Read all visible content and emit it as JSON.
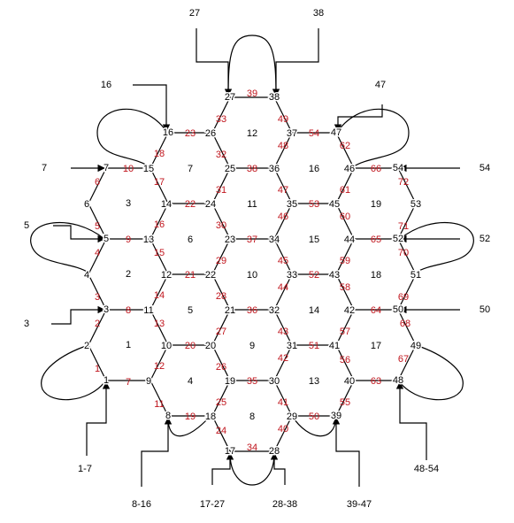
{
  "colors": {
    "line": "#000000",
    "edge_label": "#c0141c",
    "background": "#ffffff"
  },
  "vertices": [
    "1",
    "2",
    "3",
    "4",
    "5",
    "6",
    "7",
    "8",
    "9",
    "10",
    "11",
    "12",
    "13",
    "14",
    "15",
    "16",
    "17",
    "18",
    "19",
    "20",
    "21",
    "22",
    "23",
    "24",
    "25",
    "26",
    "27",
    "28",
    "29",
    "30",
    "31",
    "32",
    "33",
    "34",
    "35",
    "36",
    "37",
    "38",
    "39",
    "40",
    "41",
    "42",
    "43",
    "44",
    "45",
    "46",
    "47",
    "48",
    "49",
    "50",
    "51",
    "52",
    "53",
    "54"
  ],
  "faces": [
    "1",
    "2",
    "3",
    "4",
    "5",
    "6",
    "7",
    "8",
    "9",
    "10",
    "11",
    "12",
    "13",
    "14",
    "15",
    "16",
    "17",
    "18",
    "19"
  ],
  "edge_labels": [
    "1",
    "2",
    "3",
    "4",
    "5",
    "6",
    "7",
    "8",
    "9",
    "10",
    "11",
    "12",
    "13",
    "14",
    "15",
    "16",
    "17",
    "18",
    "19",
    "20",
    "21",
    "22",
    "23",
    "24",
    "25",
    "26",
    "27",
    "28",
    "29",
    "30",
    "31",
    "32",
    "33",
    "34",
    "35",
    "36",
    "37",
    "38",
    "39",
    "40",
    "41",
    "42",
    "43",
    "44",
    "45",
    "46",
    "47",
    "48",
    "49",
    "50",
    "51",
    "52",
    "53",
    "54",
    "55",
    "56",
    "57",
    "58",
    "59",
    "60",
    "61",
    "62",
    "63",
    "64",
    "65",
    "66",
    "67",
    "68",
    "69",
    "70",
    "71",
    "72"
  ],
  "inputs": [
    "27",
    "38",
    "16",
    "47",
    "7",
    "54",
    "5",
    "52",
    "3",
    "50",
    "1-7",
    "8-16",
    "17-27",
    "28-38",
    "39-47",
    "48-54"
  ]
}
